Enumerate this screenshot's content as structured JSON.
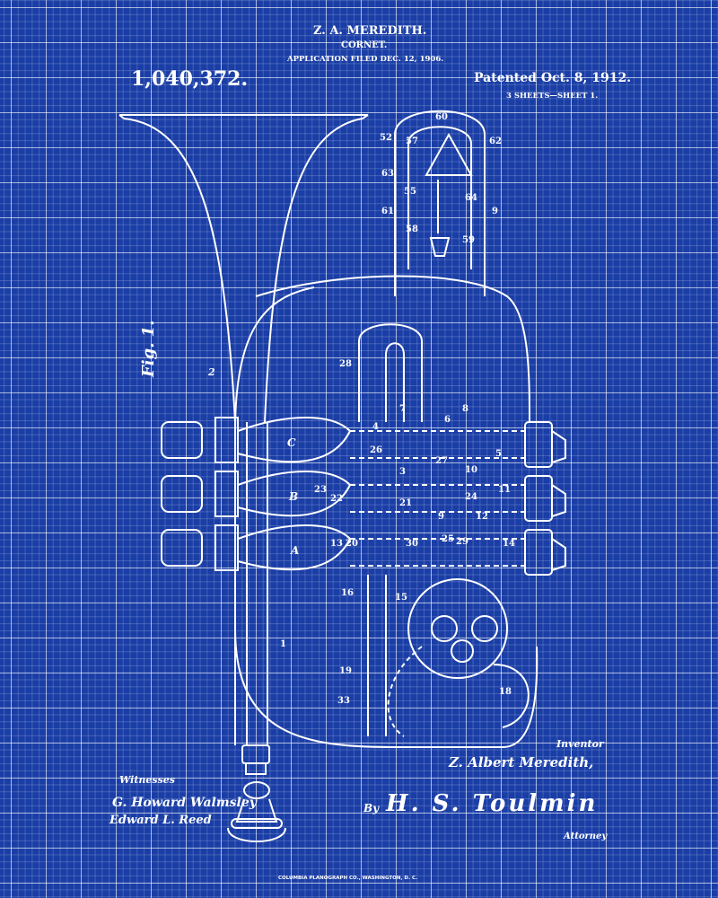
{
  "header": {
    "inventor_name": "Z. A. MEREDITH.",
    "title": "CORNET.",
    "application": "APPLICATION FILED DEC. 12, 1906.",
    "patent_number": "1,040,372.",
    "patented": "Patented Oct. 8, 1912.",
    "sheets": "3 SHEETS—SHEET 1."
  },
  "figure_label": "Fig. 1.",
  "labels": [
    "2",
    "C",
    "B",
    "A",
    "23",
    "22",
    "13",
    "20",
    "26",
    "4",
    "7",
    "6",
    "8",
    "3",
    "27",
    "10",
    "5",
    "21",
    "25",
    "24",
    "11",
    "12",
    "14",
    "30",
    "9",
    "29",
    "16",
    "15",
    "19",
    "33",
    "18",
    "1",
    "28",
    "52",
    "57",
    "60",
    "62",
    "63",
    "55",
    "61",
    "58",
    "59",
    "64",
    "9"
  ],
  "footer": {
    "witnesses_label": "Witnesses",
    "witness_1": "G. Howard Walmsley",
    "witness_2": "Edward L. Reed",
    "inventor_label": "Inventor",
    "inventor_signature": "Z. Albert Meredith,",
    "by": "By",
    "attorney_signature": "H. S. Toulmin",
    "attorney_label": "Attorney",
    "printer": "COLUMBIA PLANOGRAPH CO., WASHINGTON, D. C."
  },
  "colors": {
    "background": "#1a3ea6",
    "lines": "#ffffff"
  }
}
